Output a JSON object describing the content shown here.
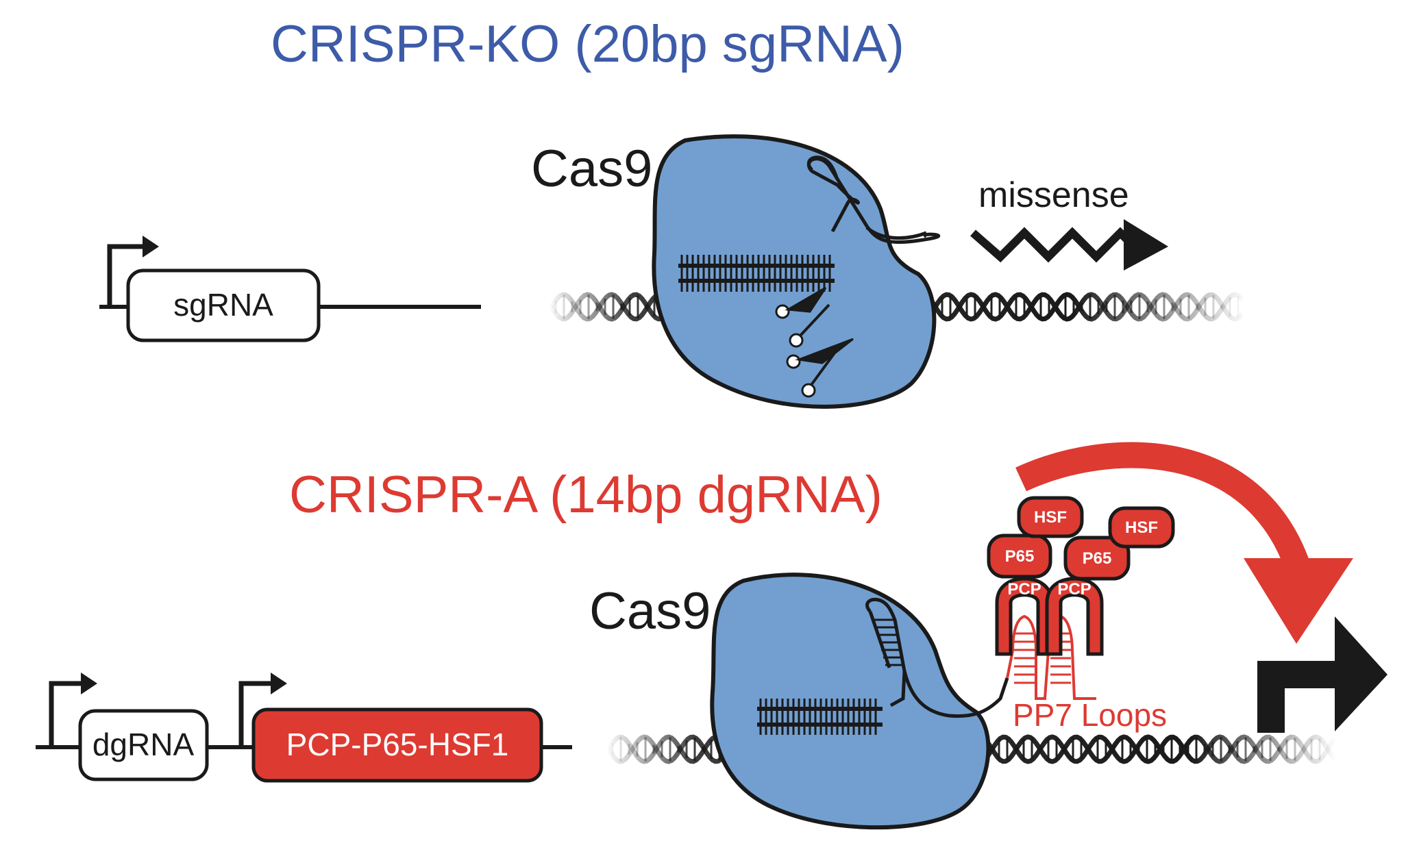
{
  "colors": {
    "ko_title": "#3d5ba8",
    "a_title": "#dd3a32",
    "cas9_fill": "#729fd0",
    "outline": "#1a1a1a",
    "activator_red": "#dd3a32"
  },
  "top_panel": {
    "title": "CRISPR-KO (20bp sgRNA)",
    "construct_label": "sgRNA",
    "protein_label": "Cas9",
    "outcome_label": "missense",
    "icons": [
      "promoter-arrow-icon",
      "scissors-icon",
      "zigzag-arrow-icon",
      "dna-helix-icon"
    ]
  },
  "bottom_panel": {
    "title": "CRISPR-A (14bp dgRNA)",
    "construct_label_1": "dgRNA",
    "construct_label_2": "PCP-P65-HSF1",
    "protein_label": "Cas9",
    "loops_label": "PP7 Loops",
    "complex_1": {
      "hsf": "HSF",
      "p65": "P65",
      "pcp": "PCP"
    },
    "complex_2": {
      "hsf": "HSF",
      "p65": "P65",
      "pcp": "PCP"
    },
    "icons": [
      "promoter-arrow-icon",
      "activation-curved-arrow-icon",
      "transcription-start-arrow-icon",
      "dna-helix-icon"
    ]
  }
}
